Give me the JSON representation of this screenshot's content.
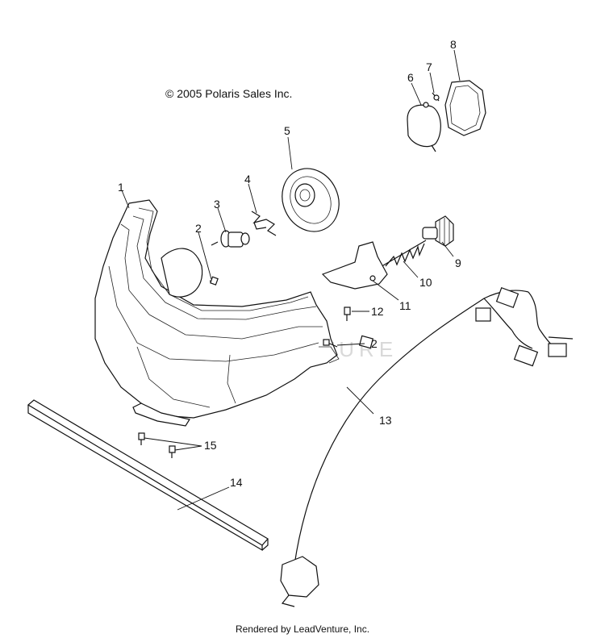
{
  "copyright": "© 2005 Polaris Sales Inc.",
  "footer": "Rendered by LeadVenture, Inc.",
  "watermark": "LEADVENTURE",
  "callouts": {
    "c1": "1",
    "c2a": "2",
    "c2b": "2",
    "c3": "3",
    "c4": "4",
    "c5": "5",
    "c6": "6",
    "c7": "7",
    "c8": "8",
    "c9": "9",
    "c10": "10",
    "c11": "11",
    "c12": "12",
    "c13": "13",
    "c14": "14",
    "c15": "15"
  }
}
